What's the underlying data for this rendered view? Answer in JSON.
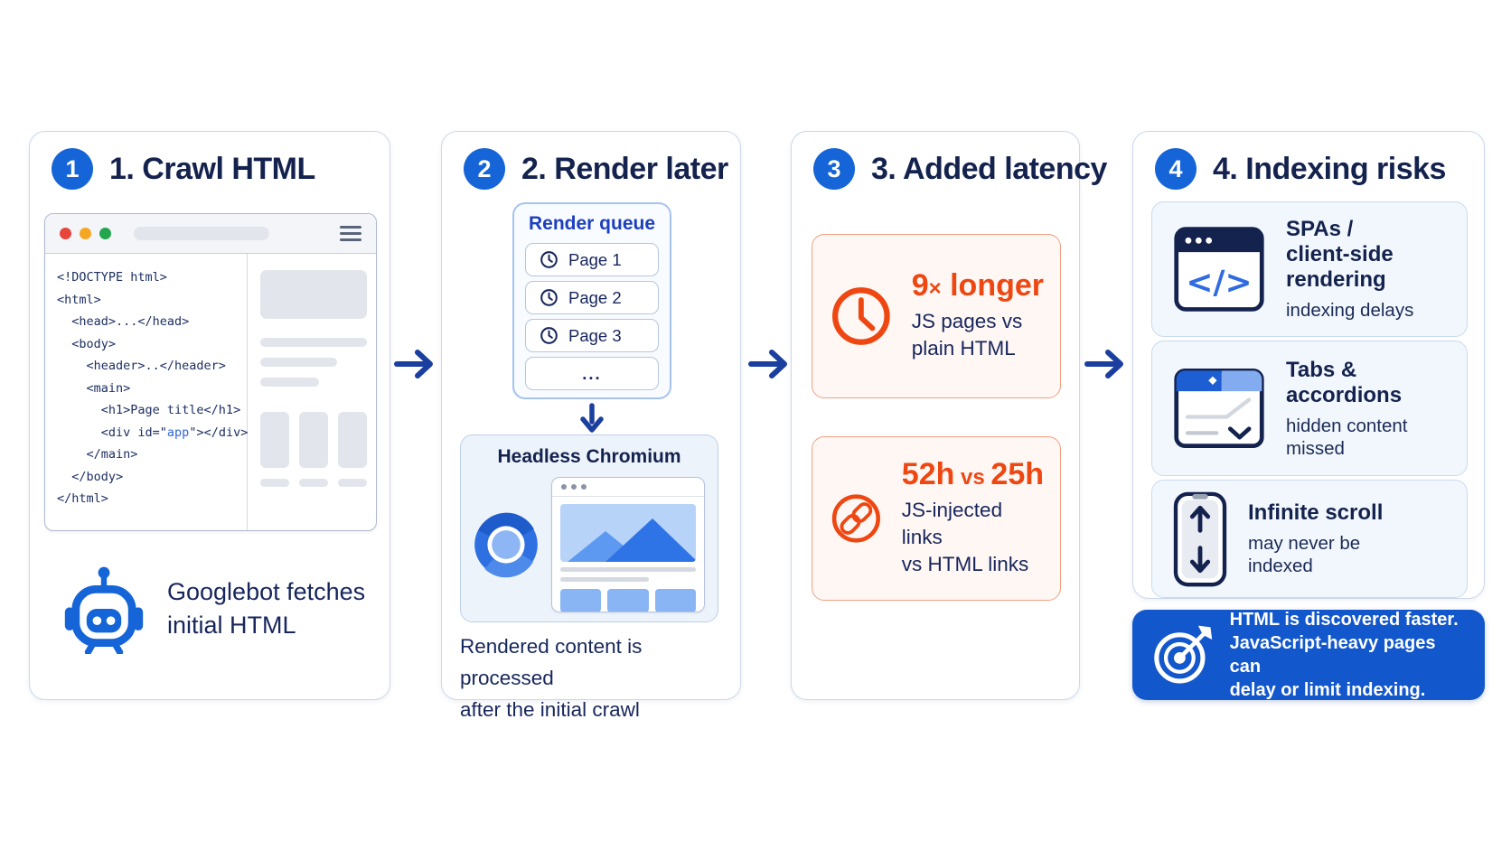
{
  "colors": {
    "badge_blue": "#1565d8",
    "navy_text": "#17265c",
    "queue_title_blue": "#1d3fbf",
    "arrow_blue": "#1b3f9e",
    "alert_orange": "#ee4712",
    "banner_blue": "#1257cb",
    "code_blue": "#2e66dd"
  },
  "p1": {
    "badge": "1",
    "title": "1. Crawl HTML",
    "code": [
      {
        "parts": [
          {
            "t": "<!DOCTYPE html>",
            "c": "navy"
          }
        ]
      },
      {
        "parts": [
          {
            "t": "<html>",
            "c": "navy"
          }
        ]
      },
      {
        "parts": [
          {
            "t": "  <head>...</head>",
            "c": "navy"
          }
        ]
      },
      {
        "parts": [
          {
            "t": "  <body>",
            "c": "navy"
          }
        ]
      },
      {
        "parts": [
          {
            "t": "    <header>..</header>",
            "c": "navy"
          }
        ]
      },
      {
        "parts": [
          {
            "t": "    <main>",
            "c": "navy"
          }
        ]
      },
      {
        "parts": [
          {
            "t": "      <h1>Page title</h1>",
            "c": "navy"
          }
        ]
      },
      {
        "parts": [
          {
            "t": "      <div id=\"",
            "c": "navy"
          },
          {
            "t": "app",
            "c": "blue"
          },
          {
            "t": "\"></div>",
            "c": "navy"
          }
        ]
      },
      {
        "parts": [
          {
            "t": "    </main>",
            "c": "navy"
          }
        ]
      },
      {
        "parts": [
          {
            "t": "  </body>",
            "c": "navy"
          }
        ]
      },
      {
        "parts": [
          {
            "t": "</html>",
            "c": "navy"
          }
        ]
      }
    ],
    "caption_lines": [
      "Googlebot fetches",
      "initial HTML"
    ]
  },
  "p2": {
    "badge": "2",
    "title": "2. Render later",
    "queue": {
      "title": "Render queue",
      "items": [
        "Page 1",
        "Page 2",
        "Page 3"
      ],
      "more": "..."
    },
    "chromium_title": "Headless Chromium",
    "caption_lines": [
      "Rendered content is processed",
      "after the initial crawl"
    ]
  },
  "p3": {
    "badge": "3",
    "title": "3. Added latency",
    "stats": [
      {
        "icon": "clock-icon",
        "headline_parts": [
          {
            "t": "9",
            "cls": "big"
          },
          {
            "t": "×",
            "cls": "mid"
          },
          {
            "t": " longer",
            "cls": "big"
          }
        ],
        "desc_lines": [
          "JS pages vs",
          "plain HTML"
        ]
      },
      {
        "icon": "link-icon",
        "headline_parts": [
          {
            "t": "52h",
            "cls": "big"
          },
          {
            "t": " vs ",
            "cls": "mid"
          },
          {
            "t": "25h",
            "cls": "big"
          }
        ],
        "desc_lines": [
          "JS-injected links",
          "vs HTML links"
        ]
      }
    ]
  },
  "p4": {
    "badge": "4",
    "title": "4. Indexing risks",
    "risks": [
      {
        "icon": "spa-window-icon",
        "title_lines": [
          "SPAs /",
          "client-side",
          "rendering"
        ],
        "desc_lines": [
          "indexing delays"
        ]
      },
      {
        "icon": "tabs-accordion-icon",
        "title_lines": [
          "Tabs &",
          "accordions"
        ],
        "desc_lines": [
          "hidden content",
          "missed"
        ]
      },
      {
        "icon": "infinite-scroll-icon",
        "title_lines": [
          "Infinite scroll"
        ],
        "desc_lines": [
          "may never be",
          "indexed"
        ]
      }
    ],
    "banner_lines": [
      "HTML is discovered faster.",
      "JavaScript-heavy pages can",
      "delay or limit indexing."
    ]
  }
}
